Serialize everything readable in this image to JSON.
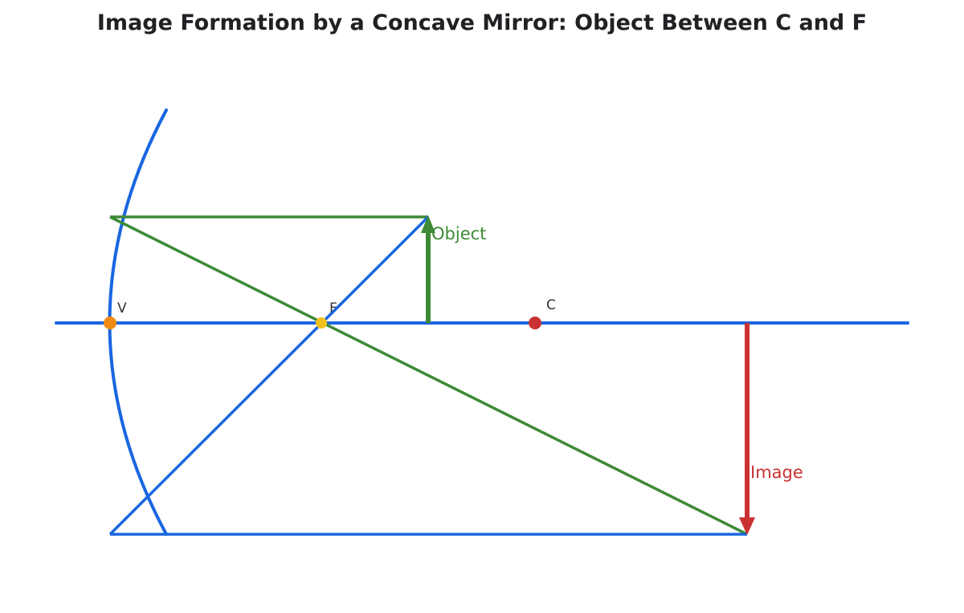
{
  "title": "Image Formation by a Concave Mirror: Object Between C and F",
  "points": {
    "vertex": "V",
    "focus": "F",
    "center": "C"
  },
  "labels": {
    "object": "Object",
    "image": "Image"
  },
  "colors": {
    "axis": "#1a66e0",
    "mirror": "#1a66e0",
    "object": "#3d8a35",
    "image": "#c93232",
    "vertex_dot": "#f08a13",
    "focus_dot": "#f2c21c",
    "center_dot": "#c93232",
    "ray_parallel": "#3d8a35",
    "ray_focal": "#1a66e0"
  }
}
